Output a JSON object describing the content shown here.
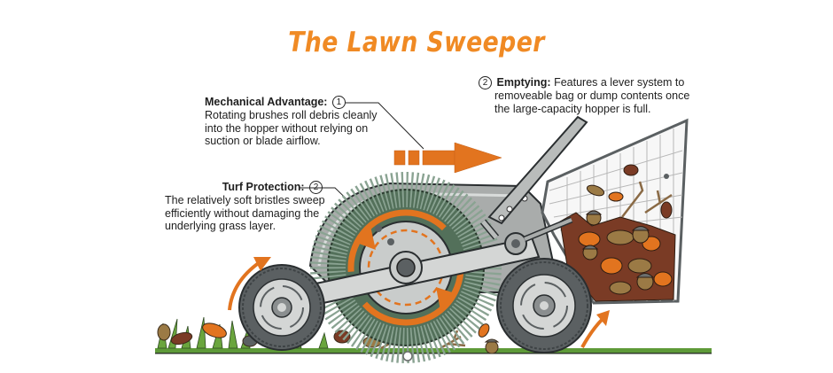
{
  "title": "The Lawn Sweeper",
  "callouts": {
    "mechanical_advantage": {
      "number": "1",
      "heading": "Mechanical Advantage:",
      "lines": [
        "Rotating brushes roll debris cleanly",
        "into the hopper without relying on",
        "suction or blade airflow."
      ]
    },
    "emptying": {
      "number": "2",
      "heading": "Emptying:",
      "text_first": "Features a lever system to",
      "lines": [
        "removeable bag or dump contents once",
        "the large-capacity hopper is full."
      ]
    },
    "turf_protection": {
      "number": "2",
      "heading": "Turf Protection:",
      "lines": [
        "The relatively soft bristles sweep",
        "efficiently without damaging the",
        "underlying grass layer."
      ]
    }
  },
  "colors": {
    "accent_orange": "#f08a24",
    "arrow_orange": "#e2741f",
    "body_gray": "#a9acab",
    "dark_gray": "#5b6062",
    "bristle_green": "#53705a",
    "grass_green": "#5e9a38",
    "leaf_brown": "#7a3b25",
    "leaf_tan": "#9b7a45"
  },
  "illustration": {
    "components": [
      "brush-drum",
      "front-wheel",
      "rear-wheel",
      "push-handle",
      "mesh-hopper",
      "lever-arm",
      "direction-arrow",
      "rotation-arrows",
      "grass-ground",
      "leaves-and-acorns"
    ]
  }
}
